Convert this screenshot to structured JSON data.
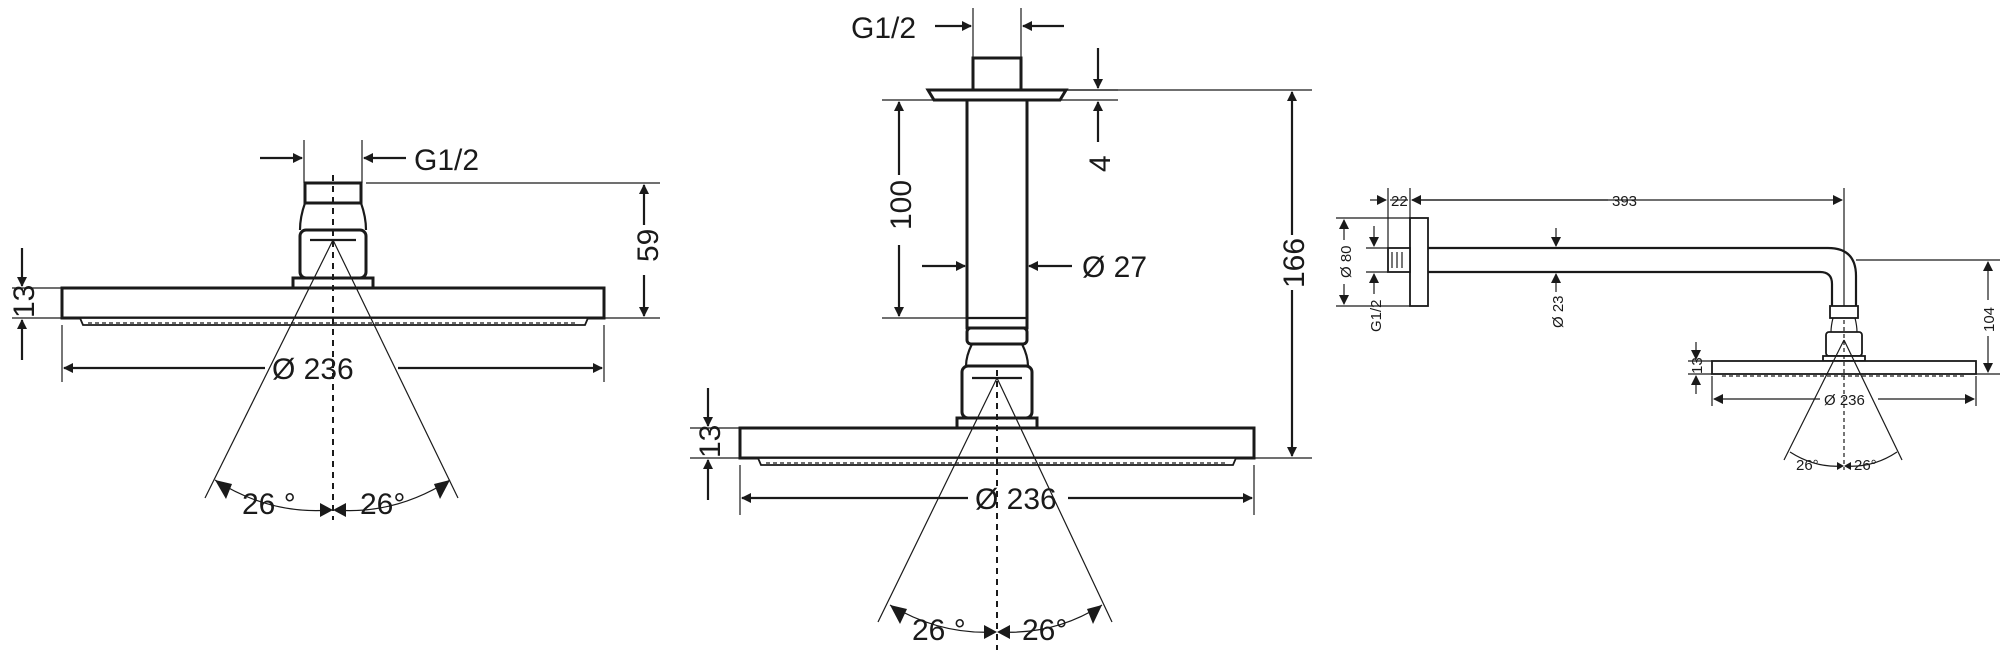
{
  "views": {
    "left": {
      "thread": "G1/2",
      "height": "59",
      "thickness": "13",
      "diameter": "Ø 236",
      "angle_left": "26 °",
      "angle_right": "26°"
    },
    "middle": {
      "thread": "G1/2",
      "flange_gap": "4",
      "pipe_length": "100",
      "pipe_diameter": "Ø 27",
      "total_height": "166",
      "thickness": "13",
      "diameter": "Ø 236",
      "angle_left": "26 °",
      "angle_right": "26°"
    },
    "right": {
      "wall_offset": "22",
      "arm_length": "393",
      "rosette_diameter": "Ø 80",
      "thread": "G1/2",
      "arm_diameter": "Ø 23",
      "drop_height": "104",
      "thickness": "13",
      "diameter": "Ø 236",
      "angle_left": "26°",
      "angle_right": "26°"
    }
  }
}
